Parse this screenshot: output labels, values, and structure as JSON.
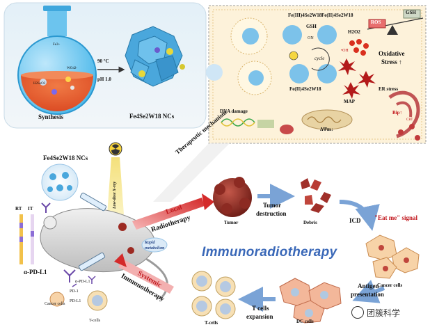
{
  "synthesis": {
    "label": "Synthesis",
    "condition_temp": "90 °C",
    "condition_ph": "pH 1.0",
    "product": "Fe4Se2W18 NCs",
    "flask_species": [
      "Fe3+",
      "H2SeO3",
      "WO42-"
    ]
  },
  "mechanism": {
    "title": "Therapeutic mechanism",
    "fe3": "Fe(III)4Se2W18",
    "fe2": "Fe(II)4Se2W18",
    "fe2b": "Fe(II)4Se2W18",
    "gsh": "GSH",
    "on": "ON",
    "cycle": "cycle",
    "h2o2": "H2O2",
    "oh": "•OH",
    "ros": "ROS",
    "gsh_box": "GSH",
    "oxidative": "Oxidative",
    "stress": "Stress ↑",
    "er_stress": "ER stress",
    "dna_damage": "DNA damage",
    "map": "MAP",
    "dpsi": "ΔΨm↓",
    "bip": "Bip↑",
    "crt": "CRT"
  },
  "main": {
    "nc_label": "Fe4Se2W18 NCs",
    "rt": "RT",
    "it": "IT",
    "xray": "Low-dose X-ray",
    "local": "Local",
    "radiotherapy": "Radiotherapy",
    "tumor": "Tumor",
    "tumor_destruction_1": "Tumor",
    "tumor_destruction_2": "destruction",
    "debris": "Debris",
    "icd": "ICD",
    "eat_me": "\"Eat me\" signal",
    "cancer_cells": "Cancer cells",
    "antigen_1": "Antigen",
    "antigen_2": "presentation",
    "dc_cells": "DC cells",
    "tcell_exp_1": "T cells",
    "tcell_exp_2": "expansion",
    "tcells": "T-cells",
    "rapid_1": "Rapid",
    "rapid_2": "metabolism",
    "systemic": "Systemic",
    "immunotherapy": "Immunotherapy",
    "anti_pdl1": "α-PD-L1",
    "anti_pdl1_small": "α-PD-L1",
    "pd1": "PD-1",
    "pdl1": "PD-L1",
    "cancer_cells_small": "Cancer cells",
    "tcells_small": "T-cells",
    "title": "Immunoradiotherapy",
    "watermark": "团簇科学"
  },
  "colors": {
    "flask": "#3fb3e8",
    "liquid": "#e4572e",
    "cell_panel": "#fdf2da",
    "arrow_red": "#d42a2a",
    "title_blue": "#3a68b8",
    "cluster_blue": "#4aa7dc"
  }
}
